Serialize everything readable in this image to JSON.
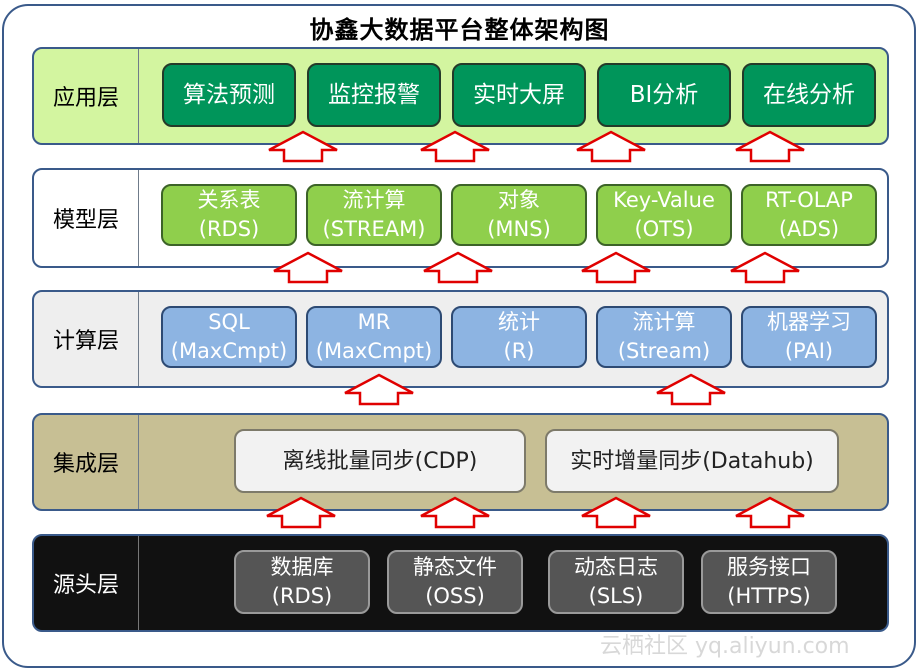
{
  "title": "协鑫大数据平台整体架构图",
  "layers": {
    "app": {
      "name": "应用层",
      "boxes": [
        "算法预测",
        "监控报警",
        "实时大屏",
        "BI分析",
        "在线分析"
      ]
    },
    "model": {
      "name": "模型层",
      "boxes": [
        {
          "line1": "关系表",
          "line2": "(RDS)"
        },
        {
          "line1": "流计算",
          "line2": "(STREAM)"
        },
        {
          "line1": "对象",
          "line2": "(MNS)"
        },
        {
          "line1": "Key-Value",
          "line2": "(OTS)"
        },
        {
          "line1": "RT-OLAP",
          "line2": "(ADS)"
        }
      ]
    },
    "calc": {
      "name": "计算层",
      "boxes": [
        {
          "line1": "SQL",
          "line2": "(MaxCmpt)"
        },
        {
          "line1": "MR",
          "line2": "(MaxCmpt)"
        },
        {
          "line1": "统计",
          "line2": "(R)"
        },
        {
          "line1": "流计算",
          "line2": "(Stream)"
        },
        {
          "line1": "机器学习",
          "line2": "(PAI)"
        }
      ]
    },
    "integration": {
      "name": "集成层",
      "boxes": [
        "离线批量同步(CDP)",
        "实时增量同步(Datahub)"
      ]
    },
    "source": {
      "name": "源头层",
      "boxes": [
        {
          "line1": "数据库",
          "line2": "(RDS)"
        },
        {
          "line1": "静态文件",
          "line2": "(OSS)"
        },
        {
          "line1": "动态日志",
          "line2": "(SLS)"
        },
        {
          "line1": "服务接口",
          "line2": "(HTTPS)"
        }
      ]
    }
  },
  "watermark": "云栖社区 yq.aliyun.com",
  "colors": {
    "frame": "#3a5a8a",
    "app_bg": "#d3f5a0",
    "app_box": "#00955a",
    "model_box": "#8fcf4c",
    "calc_box": "#8db4e2",
    "int_bg": "#c7bf94",
    "src_bg": "#111111",
    "src_box": "#555555",
    "arrow": "#e00000"
  }
}
